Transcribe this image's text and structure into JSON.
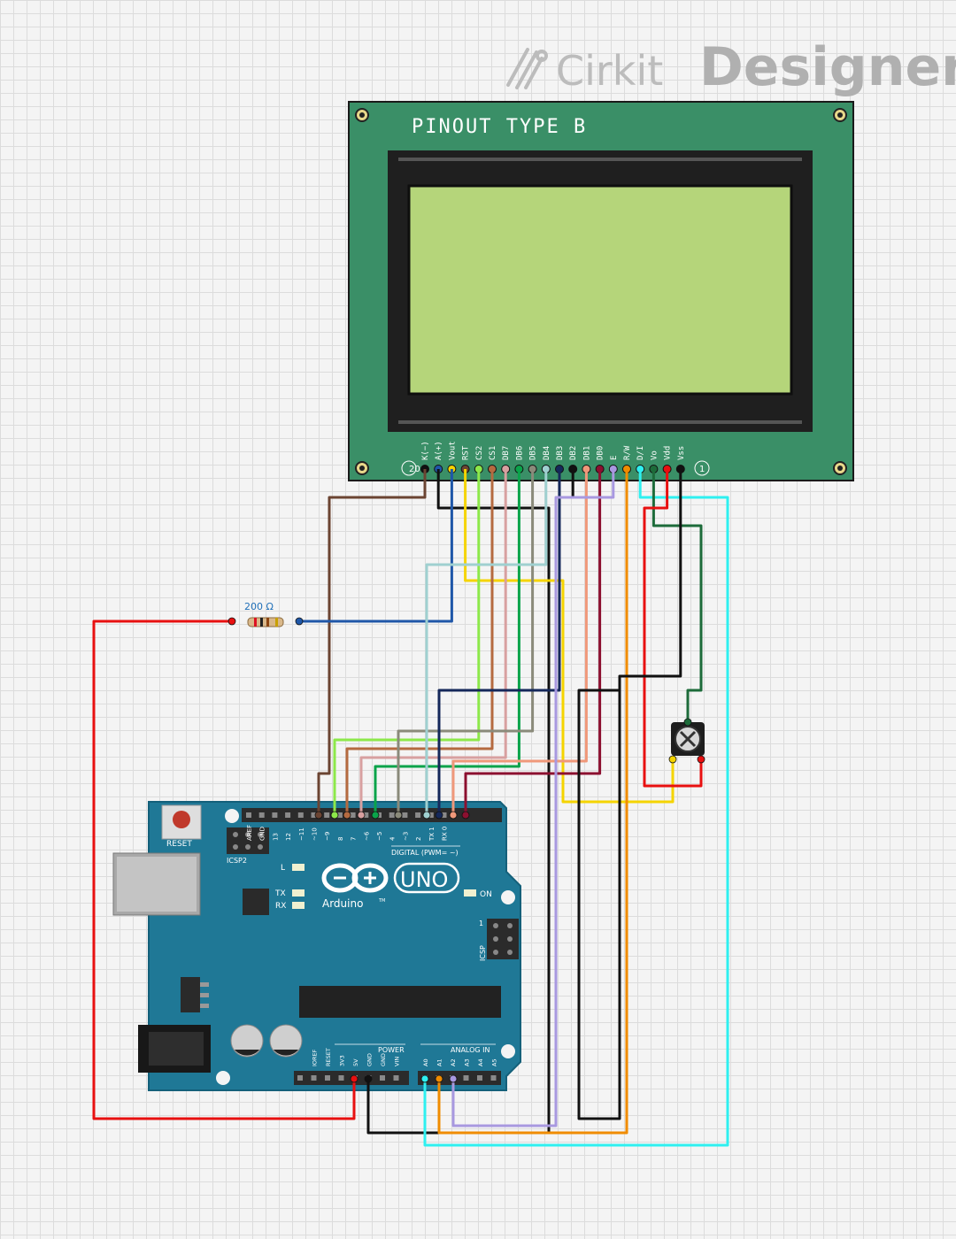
{
  "brand": {
    "prefix": "Cirkit",
    "suffix": "Designer"
  },
  "lcd": {
    "title": "PINOUT TYPE B",
    "pin_first": "1",
    "pin_last": "20",
    "pins": [
      "K(−)",
      "A(+)",
      "Vout",
      "RST",
      "CS2",
      "CS1",
      "DB7",
      "DB6",
      "DB5",
      "DB4",
      "DB3",
      "DB2",
      "DB1",
      "DB0",
      "E",
      "R/W",
      "D/I",
      "Vo",
      "Vdd",
      "Vss"
    ],
    "colors": {
      "board": "#3a8f67",
      "bezel": "#1f1f1f",
      "screen": "#b5d57a"
    }
  },
  "resistor": {
    "value_label": "200 Ω"
  },
  "arduino": {
    "reset_label": "RESET",
    "icsp2_label": "ICSP2",
    "icsp_label": "ICSP",
    "icsp_pin1": "1",
    "l_label": "L",
    "tx_label": "TX",
    "rx_label": "RX",
    "on_label": "ON",
    "brand_label": "Arduino",
    "tm": "TM",
    "model_label": "UNO",
    "digital_header_label": "DIGITAL (PWM= ~)",
    "power_label": "POWER",
    "analog_label": "ANALOG IN",
    "digital_pins": [
      "AREF",
      "GND",
      "13",
      "12",
      "~11",
      "~10",
      "~9",
      "8",
      "7",
      "~6",
      "~5",
      "4",
      "~3",
      "2",
      "TX 1",
      "RX 0"
    ],
    "power_pins": [
      "IOREF",
      "RESET",
      "3V3",
      "5V",
      "GND",
      "GND",
      "VIN"
    ],
    "analog_pins": [
      "A0",
      "A1",
      "A2",
      "A3",
      "A4",
      "A5"
    ],
    "colors": {
      "board": "#1f7896",
      "board_dark": "#14607a",
      "header": "#2b2b2b",
      "reset_button": "#c0392b"
    }
  },
  "wire_colors": {
    "brown": "#6b4432",
    "black": "#111111",
    "blue": "#1f57a8",
    "yellow": "#f5d400",
    "lightgreen": "#8de84a",
    "sienna": "#b56a40",
    "pink": "#d8a0a0",
    "green": "#0aa34a",
    "gray": "#8a8a7a",
    "lightblue": "#9fd0d0",
    "navy": "#15285a",
    "salmon": "#f0987a",
    "darkred": "#8c1030",
    "lavender": "#a898e0",
    "orange": "#f08c00",
    "cyan": "#2ef0f0",
    "darkgreen": "#1d6b3a",
    "red": "#e81010"
  }
}
